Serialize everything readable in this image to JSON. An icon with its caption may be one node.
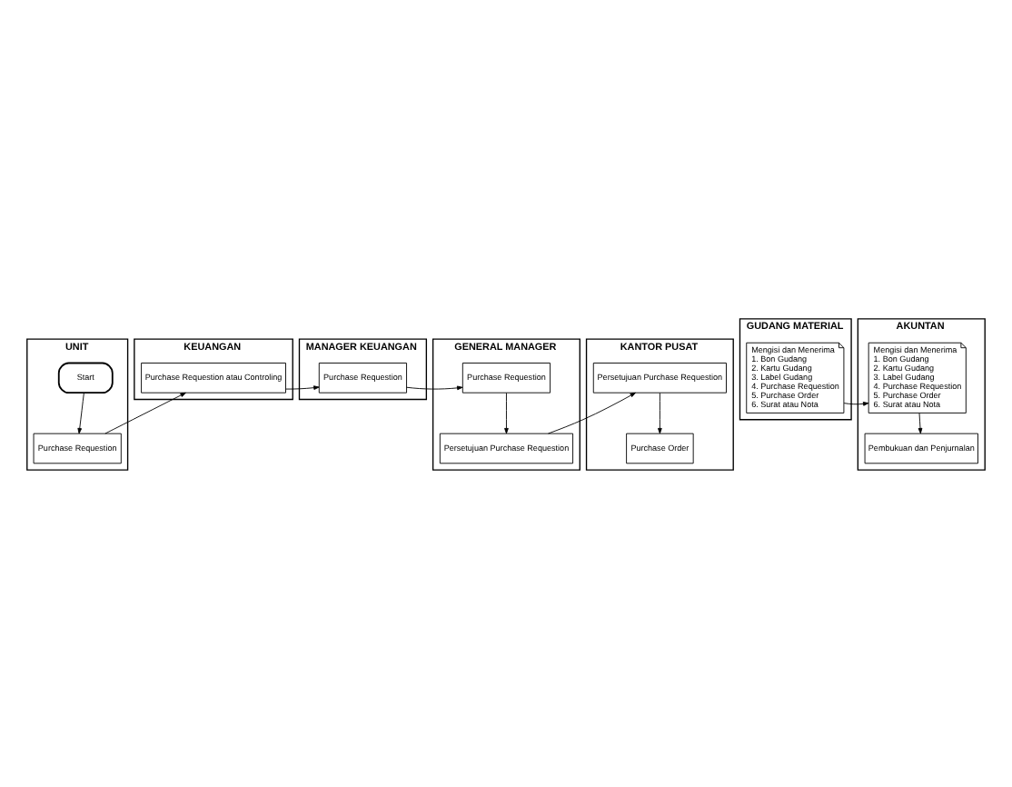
{
  "diagram": {
    "nodes": [
      {
        "text": [
          "UNIT"
        ]
      },
      {
        "text": [
          "Start"
        ],
        "in": 0
      },
      {
        "text": [
          "Purchase Requestion"
        ],
        "in": 0
      },
      {
        "text": [
          "KEUANGAN"
        ]
      },
      {
        "text": [
          "Purchase Requestion atau Controling"
        ],
        "in": 3
      },
      {
        "text": [
          "MANAGER KEUANGAN"
        ]
      },
      {
        "text": [
          "Purchase Requestion"
        ],
        "in": 5
      },
      {
        "text": [
          "GENERAL MANAGER"
        ]
      },
      {
        "text": [
          "Purchase Requestion"
        ],
        "in": 7
      },
      {
        "text": [
          "Persetujuan Purchase Requestion"
        ],
        "in": 7
      },
      {
        "text": [
          "KANTOR PUSAT"
        ]
      },
      {
        "text": [
          "Persetujuan Purchase Requestion"
        ],
        "in": 10
      },
      {
        "text": [
          "Purchase Order"
        ],
        "in": 10
      },
      {
        "text": [
          "GUDANG MATERIAL"
        ]
      },
      {
        "text": [
          "Mengisi dan Menerima",
          "1. Bon Gudang",
          "2. Kartu Gudang",
          "3. Label Gudang",
          "4. Purchase Requestion",
          "5. Purchase Order",
          "6. Surat atau Nota"
        ],
        "in": 13
      },
      {
        "text": [
          "AKUNTAN"
        ]
      },
      {
        "text": [
          "Mengisi dan Menerima",
          "1. Bon Gudang",
          "2. Kartu Gudang",
          "3. Label Gudang",
          "4. Purchase Requestion",
          "5. Purchase Order",
          "6. Surat atau Nota"
        ],
        "in": 15
      },
      {
        "text": [
          "Pembukuan dan Penjurnalan"
        ],
        "in": 15
      }
    ],
    "edges": [
      {
        "from": 1,
        "to": 2,
        "arrow": "to"
      },
      {
        "from": 2,
        "to": 4,
        "arrow": "to"
      },
      {
        "from": 4,
        "to": 6,
        "arrow": "to"
      },
      {
        "from": 6,
        "to": 8,
        "arrow": "to"
      },
      {
        "from": 8,
        "to": 9,
        "arrow": "to"
      },
      {
        "from": 9,
        "to": 11,
        "arrow": "to"
      },
      {
        "from": 11,
        "to": 12,
        "arrow": "to"
      },
      {
        "from": 14,
        "to": 16,
        "arrow": "to"
      },
      {
        "from": 16,
        "to": 17,
        "arrow": "to"
      }
    ]
  }
}
